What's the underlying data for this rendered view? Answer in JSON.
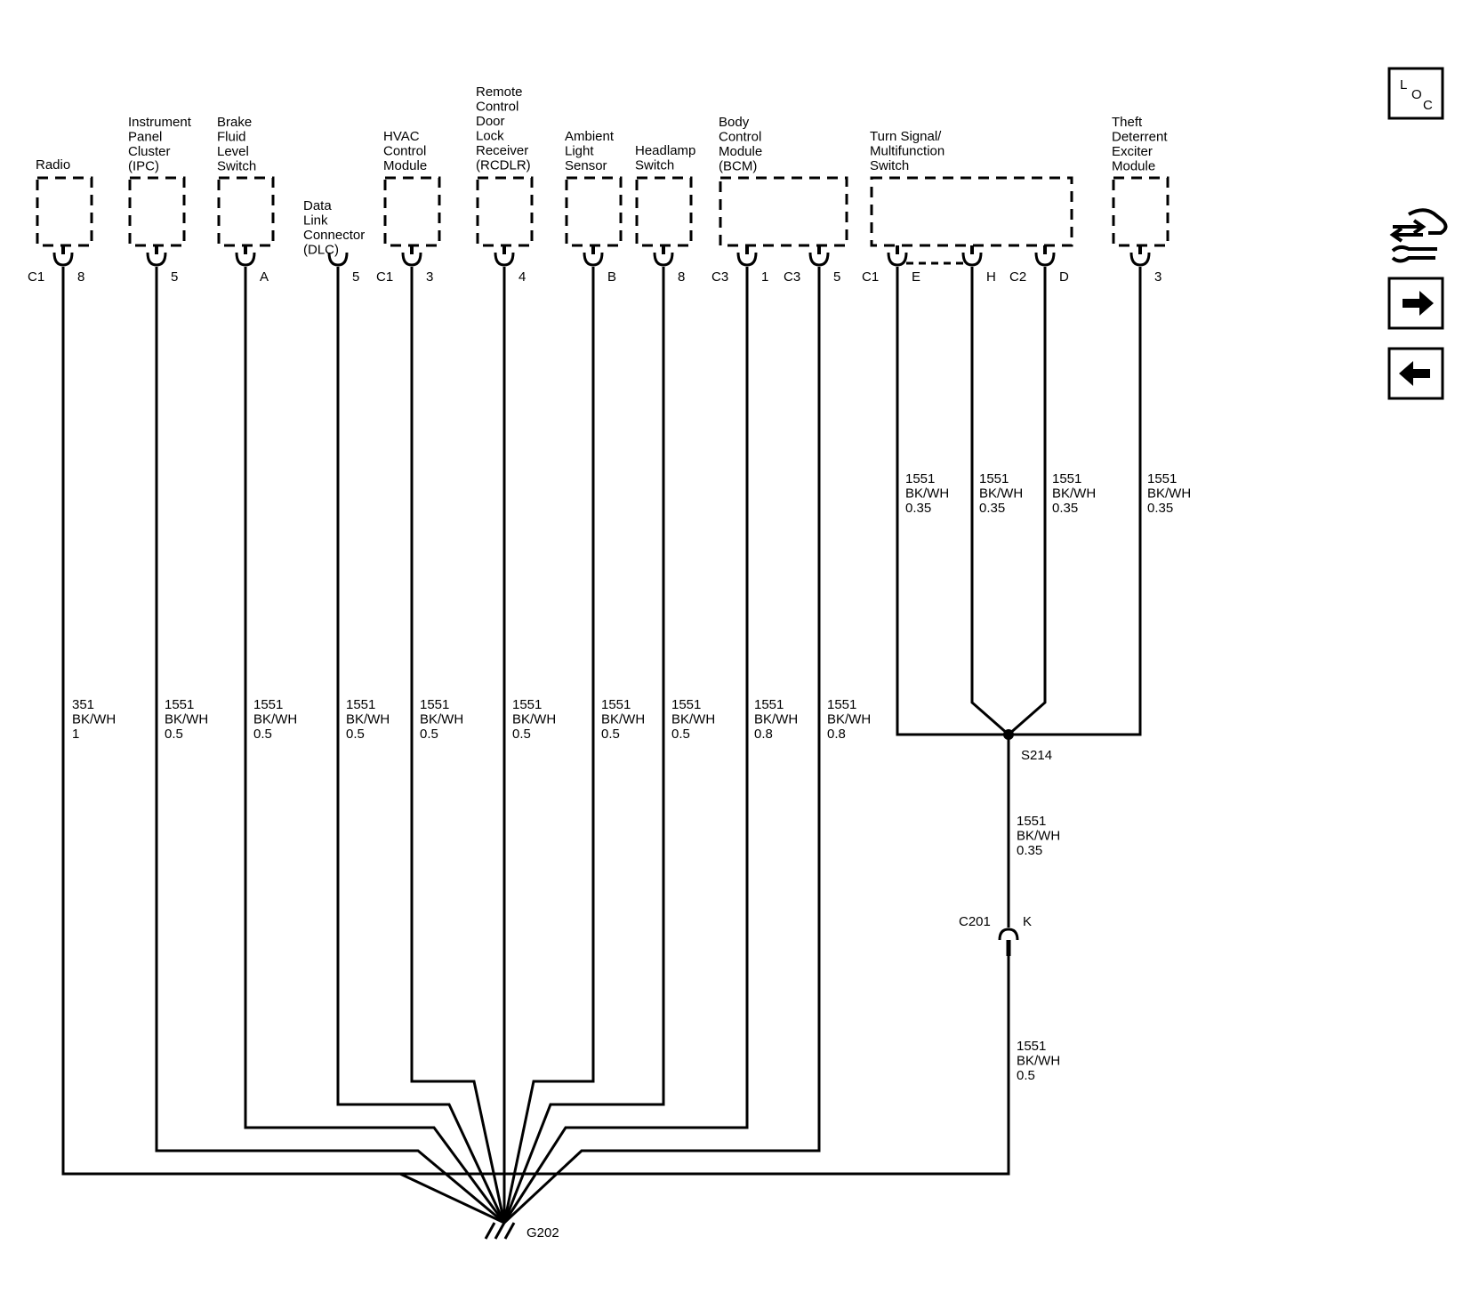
{
  "components": [
    {
      "id": "radio",
      "lines": [
        "Radio"
      ],
      "conn": "C1",
      "pin": "8"
    },
    {
      "id": "ipc",
      "lines": [
        "Instrument",
        "Panel",
        "Cluster",
        "(IPC)"
      ],
      "conn": "",
      "pin": "5"
    },
    {
      "id": "brake-fluid",
      "lines": [
        "Brake",
        "Fluid",
        "Level",
        "Switch"
      ],
      "conn": "",
      "pin": "A"
    },
    {
      "id": "dlc",
      "lines": [
        "Data",
        "Link",
        "Connector",
        "(DLC)"
      ],
      "conn": "",
      "pin": "5"
    },
    {
      "id": "hvac",
      "lines": [
        "HVAC",
        "Control",
        "Module"
      ],
      "conn": "C1",
      "pin": "3"
    },
    {
      "id": "rcdlr",
      "lines": [
        "Remote",
        "Control",
        "Door",
        "Lock",
        "Receiver",
        "(RCDLR)"
      ],
      "conn": "",
      "pin": "4"
    },
    {
      "id": "ambient",
      "lines": [
        "Ambient",
        "Light",
        "Sensor"
      ],
      "conn": "",
      "pin": "B"
    },
    {
      "id": "headlamp",
      "lines": [
        "Headlamp",
        "Switch"
      ],
      "conn": "",
      "pin": "8"
    },
    {
      "id": "bcm",
      "lines": [
        "Body",
        "Control",
        "Module",
        "(BCM)"
      ],
      "pins": [
        {
          "conn": "C3",
          "pin": "1"
        },
        {
          "conn": "C3",
          "pin": "5"
        }
      ]
    },
    {
      "id": "turn-signal",
      "lines": [
        "Turn Signal/",
        "Multifunction",
        "Switch"
      ],
      "pins": [
        {
          "conn": "C1",
          "pin": "E"
        },
        {
          "conn": "",
          "pin": "H"
        },
        {
          "conn": "C2",
          "pin": "D"
        }
      ]
    },
    {
      "id": "theft",
      "lines": [
        "Theft",
        "Deterrent",
        "Exciter",
        "Module"
      ],
      "conn": "",
      "pin": "3"
    }
  ],
  "wires": [
    {
      "id": "w-radio",
      "circuit": "351",
      "color": "BK/WH",
      "size": "1"
    },
    {
      "id": "w-ipc",
      "circuit": "1551",
      "color": "BK/WH",
      "size": "0.5"
    },
    {
      "id": "w-brake",
      "circuit": "1551",
      "color": "BK/WH",
      "size": "0.5"
    },
    {
      "id": "w-dlc",
      "circuit": "1551",
      "color": "BK/WH",
      "size": "0.5"
    },
    {
      "id": "w-hvac",
      "circuit": "1551",
      "color": "BK/WH",
      "size": "0.5"
    },
    {
      "id": "w-rcdlr",
      "circuit": "1551",
      "color": "BK/WH",
      "size": "0.5"
    },
    {
      "id": "w-ambient",
      "circuit": "1551",
      "color": "BK/WH",
      "size": "0.5"
    },
    {
      "id": "w-headlamp",
      "circuit": "1551",
      "color": "BK/WH",
      "size": "0.5"
    },
    {
      "id": "w-bcm1",
      "circuit": "1551",
      "color": "BK/WH",
      "size": "0.8"
    },
    {
      "id": "w-bcm5",
      "circuit": "1551",
      "color": "BK/WH",
      "size": "0.8"
    },
    {
      "id": "w-tsE",
      "circuit": "1551",
      "color": "BK/WH",
      "size": "0.35"
    },
    {
      "id": "w-tsH",
      "circuit": "1551",
      "color": "BK/WH",
      "size": "0.35"
    },
    {
      "id": "w-tsD",
      "circuit": "1551",
      "color": "BK/WH",
      "size": "0.35"
    },
    {
      "id": "w-theft",
      "circuit": "1551",
      "color": "BK/WH",
      "size": "0.35"
    },
    {
      "id": "w-s214",
      "circuit": "1551",
      "color": "BK/WH",
      "size": "0.35"
    },
    {
      "id": "w-c201",
      "circuit": "1551",
      "color": "BK/WH",
      "size": "0.5"
    }
  ],
  "splice": {
    "label": "S214"
  },
  "inline_connector": {
    "conn": "C201",
    "pin": "K"
  },
  "ground": {
    "label": "G202"
  },
  "nav": {
    "loc": {
      "letters": [
        "L",
        "O",
        "C"
      ]
    },
    "icons": [
      "wrench-arrows-icon",
      "arrow-right-icon",
      "arrow-left-icon"
    ]
  }
}
